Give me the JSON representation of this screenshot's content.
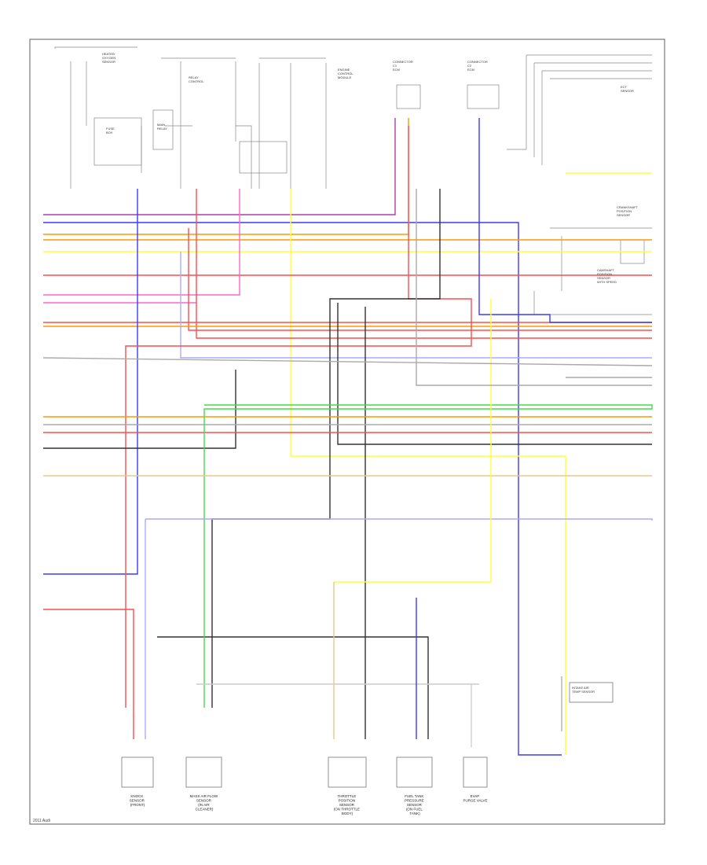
{
  "wire_colors": {
    "red": "#ff4d4d",
    "blue": "#3a3aff",
    "pink": "#ff66cc",
    "purple": "#b03cb0",
    "orange": "#ff9900",
    "yellow": "#ffff33",
    "green": "#44dd44",
    "black": "#333333",
    "gray": "#aaaaaa",
    "ltgray": "#cccccc",
    "ltblue": "#aaaaff",
    "tan": "#e8c88a",
    "frame": "#777777"
  },
  "labels": {
    "top_left_switch": [
      "HEATED",
      "OXYGEN",
      "SENSOR"
    ],
    "fuse_box": [
      "FUSE",
      "BOX"
    ],
    "relay_1": [
      "RELAY",
      "CONTROL"
    ],
    "relay_2": [
      "MAIN",
      "RELAY"
    ],
    "ecm_box": [
      "ENGINE",
      "CONTROL",
      "MODULE"
    ],
    "connector_c1": [
      "CONNECTOR",
      "C1",
      "ECM"
    ],
    "connector_c2": [
      "CONNECTOR",
      "C2",
      "ECM"
    ],
    "right_module": [
      "CRANKSHAFT",
      "POSITION",
      "SENSOR"
    ],
    "right_module_2": [
      "CAMSHAFT",
      "POSITION",
      "SENSOR",
      "WITH SPEED"
    ],
    "right_small": [
      "ECT",
      "SENSOR"
    ],
    "sensor_bottom_right": [
      "INTAKE AIR",
      "TEMP SENSOR"
    ],
    "bottom_1": [
      "KNOCK",
      "SENSOR",
      "(FRONT)"
    ],
    "bottom_2": [
      "MASS AIR FLOW",
      "SENSOR",
      "(IN AIR",
      "CLEANER)"
    ],
    "bottom_3": [
      "THROTTLE",
      "POSITION",
      "SENSOR",
      "(ON THROTTLE",
      "BODY)"
    ],
    "bottom_4": [
      "FUEL TANK",
      "PRESSURE",
      "SENSOR",
      "(ON FUEL",
      "TANK)"
    ],
    "bottom_5": [
      "EVAP",
      "PURGE VALVE"
    ],
    "footer": "2011 Audi"
  }
}
